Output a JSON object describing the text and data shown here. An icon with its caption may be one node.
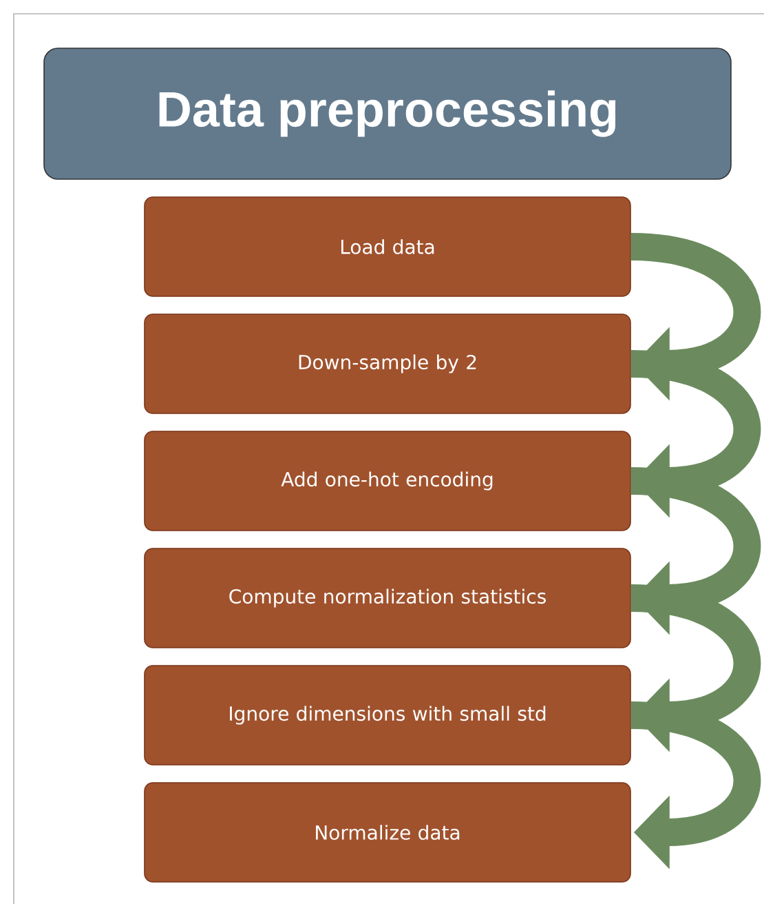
{
  "diagram": {
    "nodes": [
      {
        "text": [
          "Data preprocessing"
        ]
      },
      {
        "text": [
          "Load data"
        ]
      },
      {
        "text": [
          "Down-sample by 2"
        ]
      },
      {
        "text": [
          "Add one-hot encoding"
        ]
      },
      {
        "text": [
          "Compute normalization statistics"
        ]
      },
      {
        "text": [
          "Ignore dimensions with small std"
        ]
      },
      {
        "text": [
          "Normalize data"
        ]
      }
    ],
    "edges": [
      {
        "from": 1,
        "to": 2,
        "arrow": "to"
      },
      {
        "from": 2,
        "to": 3,
        "arrow": "to"
      },
      {
        "from": 3,
        "to": 4,
        "arrow": "to"
      },
      {
        "from": 4,
        "to": 5,
        "arrow": "to"
      },
      {
        "from": 5,
        "to": 6,
        "arrow": "to"
      }
    ]
  }
}
